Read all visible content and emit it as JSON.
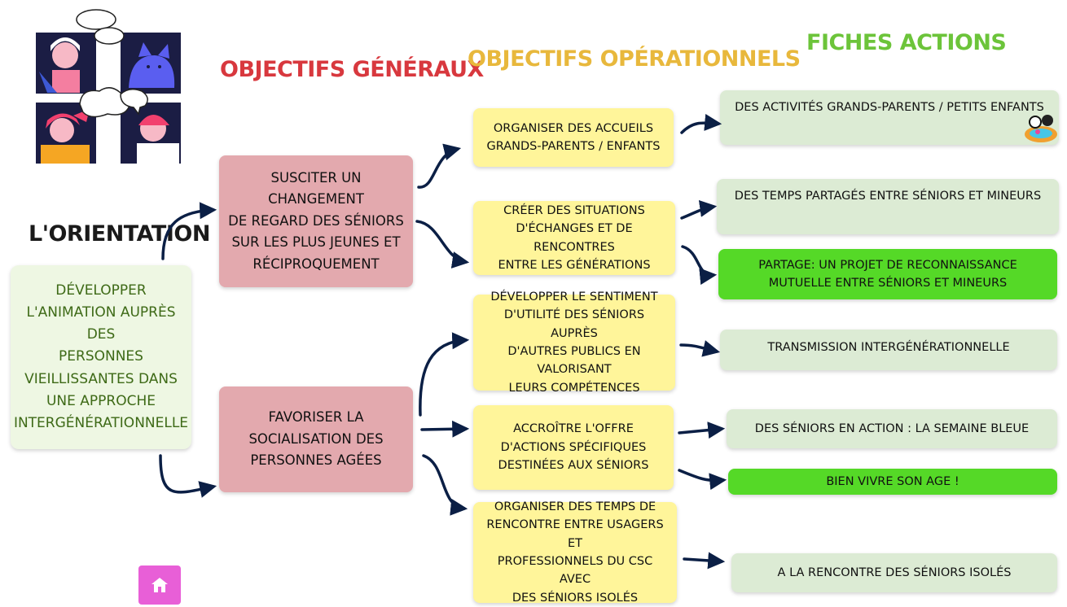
{
  "headings": {
    "objectifs_generaux": "OBJECTIFS GÉNÉRAUX",
    "objectifs_operationnels": "OBJECTIFS OPÉRATIONNELS",
    "fiches_actions": "FICHES ACTIONS",
    "orientation": "L'ORIENTATION"
  },
  "colors": {
    "generaux_heading": "#d8383e",
    "operationnels_heading": "#e8b83c",
    "fiches_heading": "#6cc43a",
    "orientation_heading": "#1a1a1a",
    "arrow": "#0b1f45"
  },
  "orientation": {
    "lines": [
      "DÉVELOPPER",
      "L'ANIMATION AUPRÈS DES",
      "PERSONNES",
      "VIEILLISSANTES DANS",
      "UNE APPROCHE",
      "INTERGÉNÉRATIONNELLE"
    ]
  },
  "generaux": [
    {
      "lines": [
        "SUSCITER UN CHANGEMENT",
        "DE REGARD DES SÉNIORS",
        "SUR LES PLUS JEUNES ET",
        "RÉCIPROQUEMENT"
      ]
    },
    {
      "lines": [
        "FAVORISER LA",
        "SOCIALISATION DES",
        "PERSONNES AGÉES"
      ]
    }
  ],
  "operationnels": [
    {
      "lines": [
        "ORGANISER DES ACCUEILS",
        "GRANDS-PARENTS / ENFANTS"
      ]
    },
    {
      "lines": [
        "CRÉER DES SITUATIONS",
        "D'ÉCHANGES ET DE RENCONTRES",
        "ENTRE LES GÉNÉRATIONS"
      ]
    },
    {
      "lines": [
        "DÉVELOPPER LE SENTIMENT",
        "D'UTILITÉ DES SÉNIORS AUPRÈS",
        "D'AUTRES PUBLICS EN VALORISANT",
        "LEURS COMPÉTENCES"
      ]
    },
    {
      "lines": [
        "ACCROÎTRE L'OFFRE",
        "D'ACTIONS SPÉCIFIQUES",
        "DESTINÉES AUX SÉNIORS"
      ]
    },
    {
      "lines": [
        "ORGANISER DES TEMPS DE",
        "RENCONTRE ENTRE USAGERS ET",
        "PROFESSIONNELS DU CSC AVEC",
        "DES SÉNIORS ISOLÉS"
      ]
    }
  ],
  "fiches": [
    {
      "lines": [
        "DES ACTIVITÉS GRANDS-PARENTS / PETITS ENFANTS"
      ]
    },
    {
      "lines": [
        "DES TEMPS PARTAGÉS ENTRE SÉNIORS ET MINEURS"
      ]
    },
    {
      "lines": [
        "PARTAGE: UN PROJET DE RECONNAISSANCE",
        "MUTUELLE ENTRE SÉNIORS ET MINEURS"
      ]
    },
    {
      "lines": [
        "TRANSMISSION INTERGÉNÉRATIONNELLE"
      ]
    },
    {
      "lines": [
        "DES SÉNIORS EN ACTION : LA SEMAINE BLEUE"
      ]
    },
    {
      "lines": [
        "BIEN VIVRE SON AGE !"
      ]
    },
    {
      "lines": [
        "A LA RENCONTRE DES SÉNIORS ISOLÉS"
      ]
    }
  ],
  "icons": {
    "home": "home-icon",
    "illustration": "people-speech-bubbles-illustration",
    "badge": "sticker-icon"
  }
}
